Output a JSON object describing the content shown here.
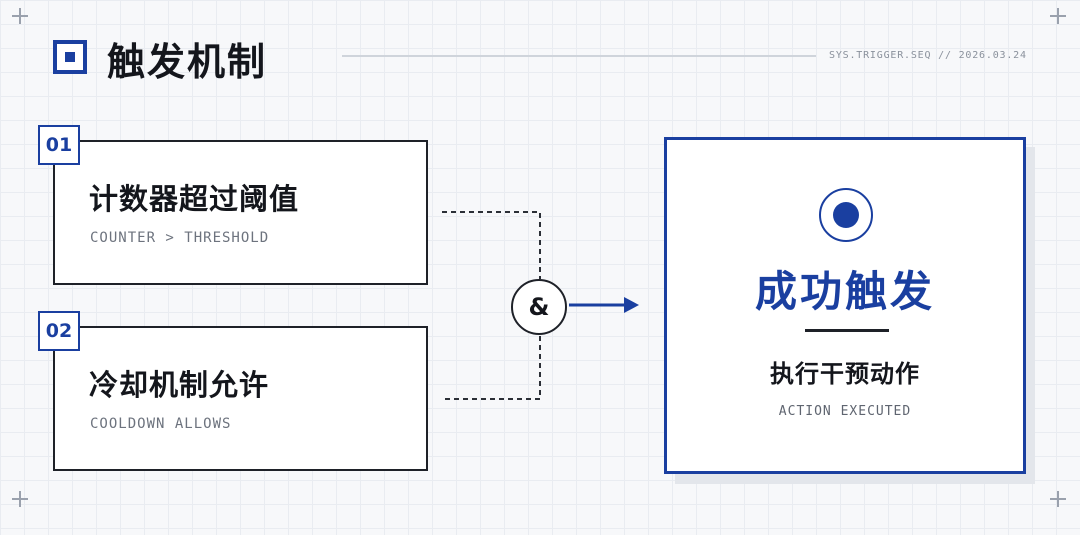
{
  "header": {
    "title": "触发机制",
    "system_id": "SYS.TRIGGER.SEQ // 2026.03.24"
  },
  "conditions": [
    {
      "index": "01",
      "title": "计数器超过阈值",
      "subtitle": "COUNTER > THRESHOLD"
    },
    {
      "index": "02",
      "title": "冷却机制允许",
      "subtitle": "COOLDOWN ALLOWS"
    }
  ],
  "operator": {
    "symbol": "&"
  },
  "result": {
    "title": "成功触发",
    "subtitle": "执行干预动作",
    "subtitle_en": "ACTION EXECUTED"
  },
  "colors": {
    "accent": "#1a3fa0",
    "ink": "#14161c",
    "muted": "#6d737e",
    "background": "#f7f8fa"
  },
  "icons": {
    "title": "square-target-icon",
    "result": "target-icon",
    "connector": "arrow-right-icon"
  }
}
